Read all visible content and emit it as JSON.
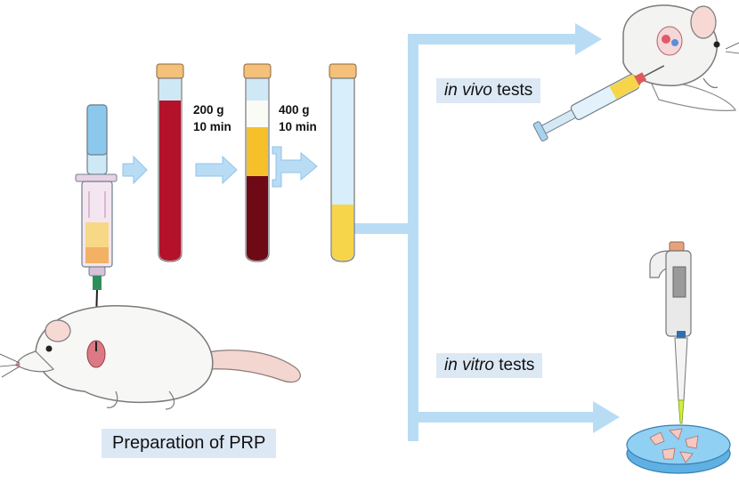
{
  "centrifugation": {
    "step1": {
      "force": "200 g",
      "time": "10 min"
    },
    "step2": {
      "force": "400 g",
      "time": "10 min"
    }
  },
  "labels": {
    "in_vivo": {
      "italic": "in vivo",
      "rest": " tests"
    },
    "in_vitro": {
      "italic": "in vitro",
      "rest": " tests"
    },
    "preparation": "Preparation of PRP"
  },
  "colors": {
    "arrow": "#b9dcf5",
    "arrow_outline": "#8fc3e8",
    "label_bg": "#dde8f5",
    "whole_blood": "#b3122a",
    "red_cells": "#6e0a15",
    "plasma": "#f6d54a",
    "tube_cap": "#f4c07a",
    "petri_dish": "#7cc4ec"
  },
  "icons": [
    "rat-illustration",
    "syringe-illustration",
    "test-tube",
    "mouse-illustration",
    "pipette-illustration",
    "petri-dish"
  ]
}
